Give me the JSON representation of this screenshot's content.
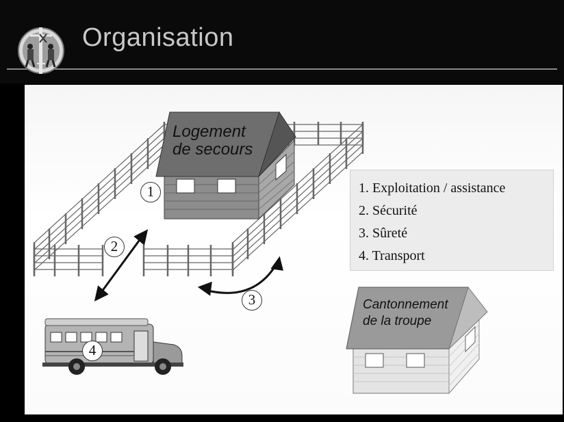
{
  "header": {
    "title": "Organisation"
  },
  "logo": {
    "icon": "workers-on-pole-emblem"
  },
  "buildings": {
    "emergency_housing": "Logement\nde secours",
    "troop_quarters": "Cantonnement\nde la troupe"
  },
  "markers": [
    "1",
    "2",
    "3",
    "4"
  ],
  "legend": {
    "items": [
      "1. Exploitation / assistance",
      "2. Sécurité",
      "3. Sûreté",
      "4. Transport"
    ]
  },
  "colors": {
    "background": "#000000",
    "title": "#c8c8c8",
    "panel": "#ffffff"
  }
}
